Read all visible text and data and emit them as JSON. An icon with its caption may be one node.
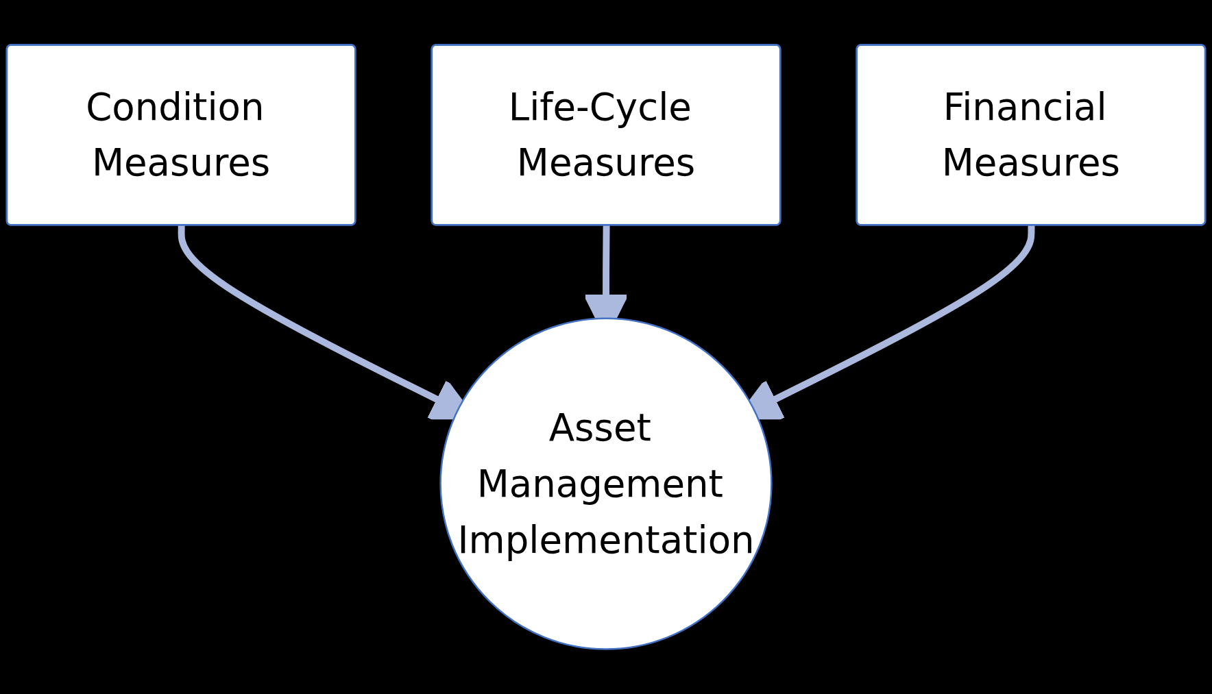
{
  "diagram": {
    "nodes": [
      {
        "text": [
          "Condition Measures"
        ]
      },
      {
        "text": [
          "Life-Cycle Measures"
        ]
      },
      {
        "text": [
          "Financial Measures"
        ]
      },
      {
        "text": [
          "Asset Management Implementation"
        ]
      }
    ],
    "edges": [
      {
        "from": 0,
        "to": 3,
        "arrow": "to"
      },
      {
        "from": 1,
        "to": 3,
        "arrow": "to"
      },
      {
        "from": 2,
        "to": 3,
        "arrow": "to"
      }
    ]
  }
}
